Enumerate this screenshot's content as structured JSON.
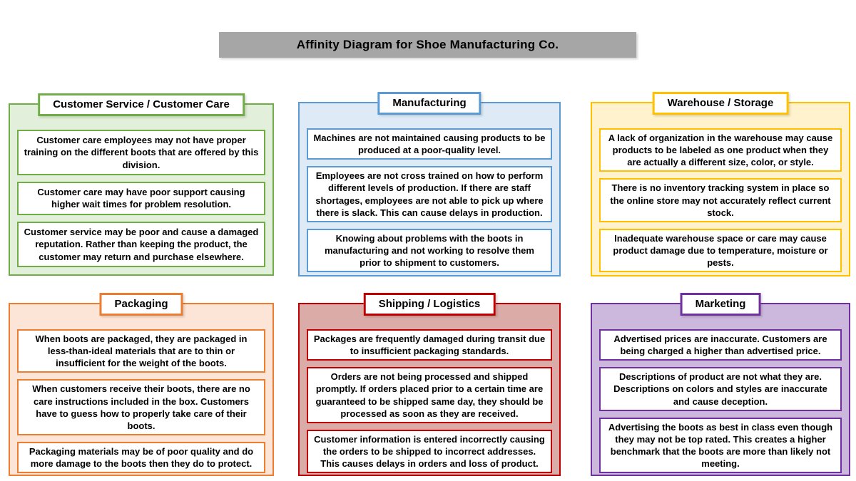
{
  "title": "Affinity Diagram for Shoe Manufacturing Co.",
  "title_bar_color": "#A6A6A6",
  "panels": [
    {
      "id": "customer-service",
      "title": "Customer Service / Customer Care",
      "border_color": "#70AD47",
      "fill_color": "#E2EFDA",
      "cards": [
        "Customer care employees may not have proper training on the different boots that are offered by this division.",
        "Customer care may have poor support causing higher wait times for problem resolution.",
        "Customer service may be poor and cause a damaged reputation. Rather than keeping the product, the customer may return and purchase elsewhere."
      ]
    },
    {
      "id": "manufacturing",
      "title": "Manufacturing",
      "border_color": "#5B9BD5",
      "fill_color": "#DEEBF7",
      "cards": [
        "Machines are not maintained causing products to be produced at a poor-quality level.",
        "Employees are not cross trained on how to perform different levels of production. If there are staff shortages, employees are not able to pick up where there is slack. This can cause delays in production.",
        "Knowing about problems with the boots in manufacturing and not working to resolve them prior to shipment to customers."
      ]
    },
    {
      "id": "warehouse-storage",
      "title": "Warehouse / Storage",
      "border_color": "#FFC000",
      "fill_color": "#FFF2CC",
      "cards": [
        "A lack of organization in the warehouse may cause products to be labeled as one product when they are actually a different size, color, or style.",
        "There is no inventory tracking system in place so the online store may not accurately reflect current stock.",
        "Inadequate warehouse space or care may cause product damage due to temperature, moisture or pests."
      ]
    },
    {
      "id": "packaging",
      "title": "Packaging",
      "border_color": "#ED7D31",
      "fill_color": "#FCE4D6",
      "cards": [
        "When boots are packaged, they are packaged in less-than-ideal materials that are to thin or insufficient for the weight of the boots.",
        "When customers receive their boots, there are no care instructions included in the box. Customers have to guess how to properly take care of their boots.",
        "Packaging materials may be of poor quality and do more damage to the boots then they do to protect."
      ]
    },
    {
      "id": "shipping-logistics",
      "title": "Shipping / Logistics",
      "border_color": "#C00000",
      "fill_color": "#DBABA7",
      "cards": [
        "Packages are frequently damaged during transit due to insufficient packaging standards.",
        "Orders are not being processed and shipped promptly. If orders placed prior to a certain time are guaranteed to be shipped same day, they should be processed as soon as they are received.",
        "Customer information is entered incorrectly causing the orders to be shipped to incorrect addresses. This causes delays in orders and loss of product."
      ]
    },
    {
      "id": "marketing",
      "title": "Marketing",
      "border_color": "#7030A0",
      "fill_color": "#CBB8DC",
      "cards": [
        "Advertised prices are inaccurate. Customers are being charged a higher than advertised price.",
        "Descriptions of product are not what they are. Descriptions on colors and styles are inaccurate and cause deception.",
        "Advertising the boots as best in class even though they may not be top rated. This creates a higher benchmark that the boots are more than likely not meeting."
      ]
    }
  ]
}
